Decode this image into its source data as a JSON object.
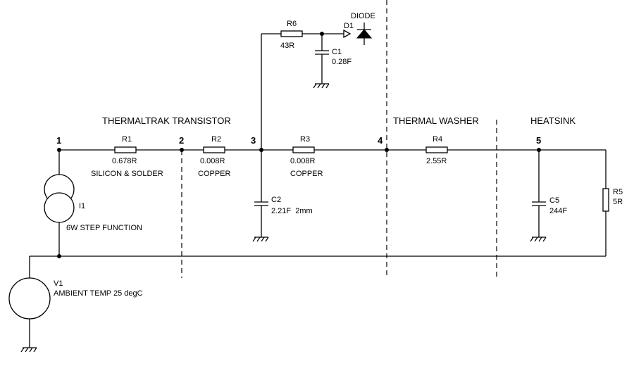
{
  "sections": {
    "transistor": "THERMALTRAK TRANSISTOR",
    "washer": "THERMAL WASHER",
    "heatsink": "HEATSINK"
  },
  "nodes": [
    "1",
    "2",
    "3",
    "4",
    "5"
  ],
  "components": {
    "r1": {
      "name": "R1",
      "value": "0.678R",
      "desc": "SILICON & SOLDER"
    },
    "r2": {
      "name": "R2",
      "value": "0.008R",
      "desc": "COPPER"
    },
    "r3": {
      "name": "R3",
      "value": "0.008R",
      "desc": "COPPER"
    },
    "r4": {
      "name": "R4",
      "value": "2.55R"
    },
    "r5": {
      "name": "R5",
      "value": "5R"
    },
    "r6": {
      "name": "R6",
      "value": "43R"
    },
    "c1": {
      "name": "C1",
      "value": "0.28F"
    },
    "c2": {
      "name": "C2",
      "value": "2.21F  2mm"
    },
    "c5": {
      "name": "C5",
      "value": "244F"
    },
    "d1": {
      "name": "D1",
      "desc": "DIODE"
    },
    "i1": {
      "name": "I1",
      "desc": "6W STEP FUNCTION"
    },
    "v1": {
      "name": "V1",
      "desc": "AMBIENT TEMP 25 degC"
    }
  }
}
